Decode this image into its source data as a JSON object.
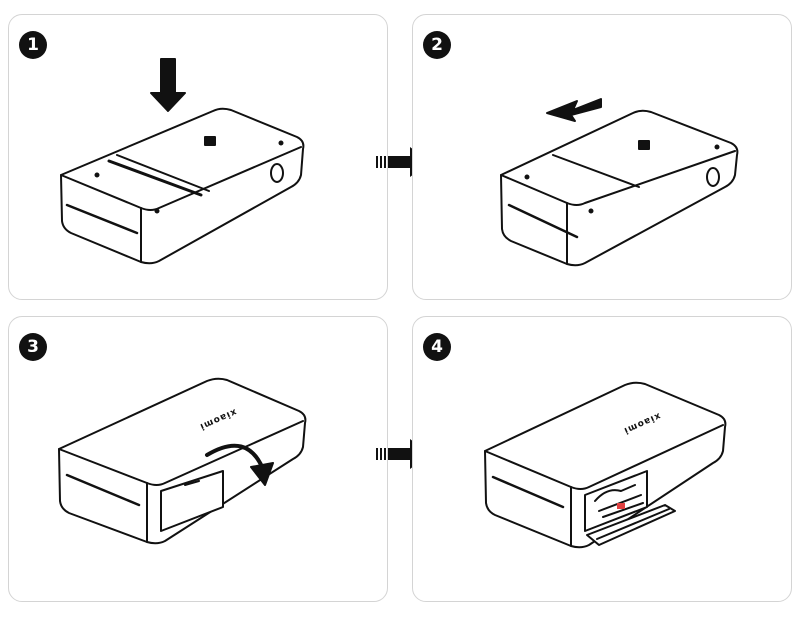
{
  "steps": [
    {
      "number": "1"
    },
    {
      "number": "2"
    },
    {
      "number": "3"
    },
    {
      "number": "4"
    }
  ],
  "brand_logo_text": "xiaomi",
  "colors": {
    "line": "#111111",
    "panel_border": "#d4d4d4",
    "accent": "#e04040"
  },
  "icons": [
    "down-arrow-icon",
    "left-arrow-icon",
    "flip-arrow-icon",
    "next-step-arrow-icon"
  ]
}
